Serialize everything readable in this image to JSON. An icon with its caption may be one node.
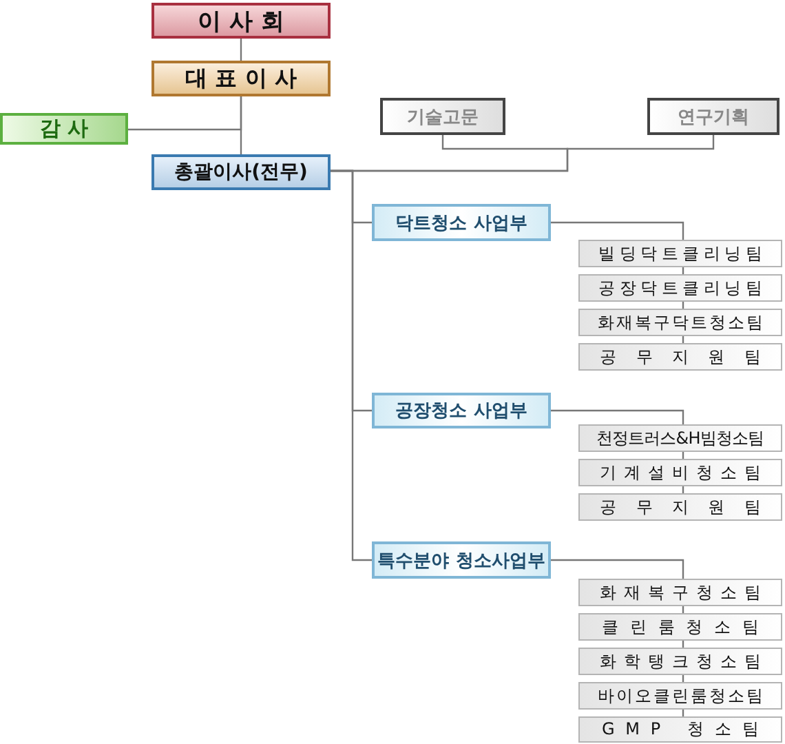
{
  "diagram": {
    "nodes": [
      {
        "text": [
          "이 사 회"
        ]
      },
      {
        "text": [
          "대 표 이 사"
        ]
      },
      {
        "text": [
          "감 사"
        ]
      },
      {
        "text": [
          "기술고문"
        ]
      },
      {
        "text": [
          "연구기획"
        ]
      },
      {
        "text": [
          "총괄이사(전무)"
        ]
      },
      {
        "text": [
          "닥트청소 사업부"
        ]
      },
      {
        "text": [
          "빌딩닥트클리닝팀"
        ]
      },
      {
        "text": [
          "공장닥트클리닝팀"
        ]
      },
      {
        "text": [
          "화재복구닥트청소팀"
        ]
      },
      {
        "text": [
          "공 무 지 원 팀"
        ]
      },
      {
        "text": [
          "공장청소 사업부"
        ]
      },
      {
        "text": [
          "천정트러스&H빔청소팀"
        ]
      },
      {
        "text": [
          "기계설비청소팀"
        ]
      },
      {
        "text": [
          "공 무 지 원 팀"
        ]
      },
      {
        "text": [
          "특수분야 청소사업부"
        ]
      },
      {
        "text": [
          "화재복구청소팀"
        ]
      },
      {
        "text": [
          "클린룸청소팀"
        ]
      },
      {
        "text": [
          "화학탱크청소팀"
        ]
      },
      {
        "text": [
          "바이오클린룸청소팀"
        ]
      },
      {
        "text": [
          "GMP 청소팀"
        ]
      }
    ],
    "edges": [
      {
        "from": 0,
        "to": 1,
        "arrow": "none"
      },
      {
        "from": 1,
        "to": 5,
        "arrow": "none"
      },
      {
        "from": 1,
        "to": 2,
        "arrow": "none"
      },
      {
        "from": 3,
        "to": 5,
        "arrow": "none"
      },
      {
        "from": 4,
        "to": 5,
        "arrow": "none"
      },
      {
        "from": 5,
        "to": 6,
        "arrow": "none"
      },
      {
        "from": 5,
        "to": 11,
        "arrow": "none"
      },
      {
        "from": 5,
        "to": 15,
        "arrow": "none"
      },
      {
        "from": 6,
        "to": 7,
        "arrow": "none"
      },
      {
        "from": 7,
        "to": 8,
        "arrow": "none"
      },
      {
        "from": 8,
        "to": 9,
        "arrow": "none"
      },
      {
        "from": 9,
        "to": 10,
        "arrow": "none"
      },
      {
        "from": 11,
        "to": 12,
        "arrow": "none"
      },
      {
        "from": 12,
        "to": 13,
        "arrow": "none"
      },
      {
        "from": 13,
        "to": 14,
        "arrow": "none"
      },
      {
        "from": 15,
        "to": 16,
        "arrow": "none"
      },
      {
        "from": 16,
        "to": 17,
        "arrow": "none"
      },
      {
        "from": 17,
        "to": 18,
        "arrow": "none"
      },
      {
        "from": 18,
        "to": 19,
        "arrow": "none"
      },
      {
        "from": 19,
        "to": 20,
        "arrow": "none"
      }
    ]
  }
}
